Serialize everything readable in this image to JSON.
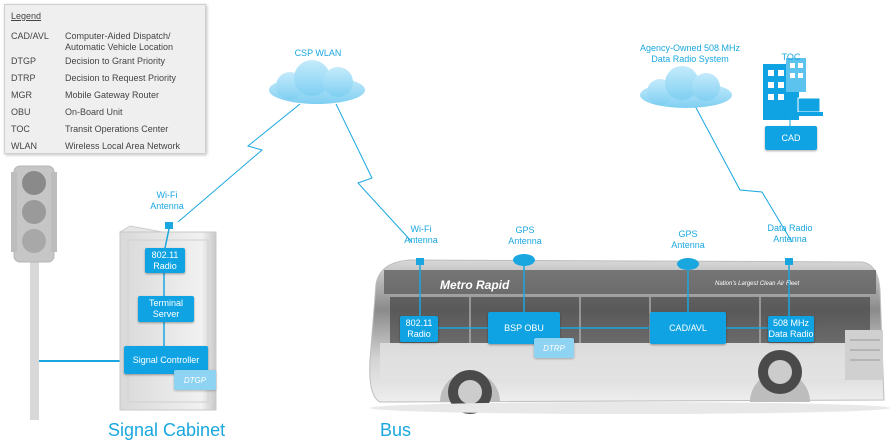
{
  "legend": {
    "title": "Legend",
    "items": [
      {
        "abbr": "CAD/AVL",
        "definition": "Computer-Aided Dispatch/ Automatic Vehicle Location"
      },
      {
        "abbr": "DTGP",
        "definition": "Decision to Grant Priority"
      },
      {
        "abbr": "DTRP",
        "definition": "Decision to Request Priority"
      },
      {
        "abbr": "MGR",
        "definition": "Mobile Gateway Router"
      },
      {
        "abbr": "OBU",
        "definition": "On-Board Unit"
      },
      {
        "abbr": "TOC",
        "definition": "Transit Operations Center"
      },
      {
        "abbr": "WLAN",
        "definition": "Wireless Local Area Network"
      }
    ]
  },
  "clouds": {
    "csp_wlan": "CSP WLAN",
    "agency_radio": "Agency-Owned 508 MHz Data Radio System"
  },
  "toc": {
    "label": "TOC",
    "cad_box": "CAD"
  },
  "cabinet": {
    "antenna_label": "Wi-Fi Antenna",
    "radio_box": "802.11 Radio",
    "terminal_box": "Terminal Server",
    "controller_box": "Signal Controller",
    "dtgp_tag": "DTGP",
    "caption": "Signal Cabinet"
  },
  "bus": {
    "wifi_antenna_label": "Wi-Fi Antenna",
    "gps_antenna_label_1": "GPS Antenna",
    "gps_antenna_label_2": "GPS Antenna",
    "radio_antenna_label": "Data Radio Antenna",
    "radio_box": "802.11 Radio",
    "obu_box": "BSP OBU",
    "dtrp_tag": "DTRP",
    "cadavl_box": "CAD/AVL",
    "data_radio_box": "508 MHz Data Radio",
    "livery_name": "Metro Rapid",
    "livery_slogan": "Nation's Largest Clean Air Fleet",
    "caption": "Bus"
  },
  "colors": {
    "accent": "#0fa3e3",
    "cloud": "#9fdcf6",
    "tag": "#8fd3f2"
  }
}
